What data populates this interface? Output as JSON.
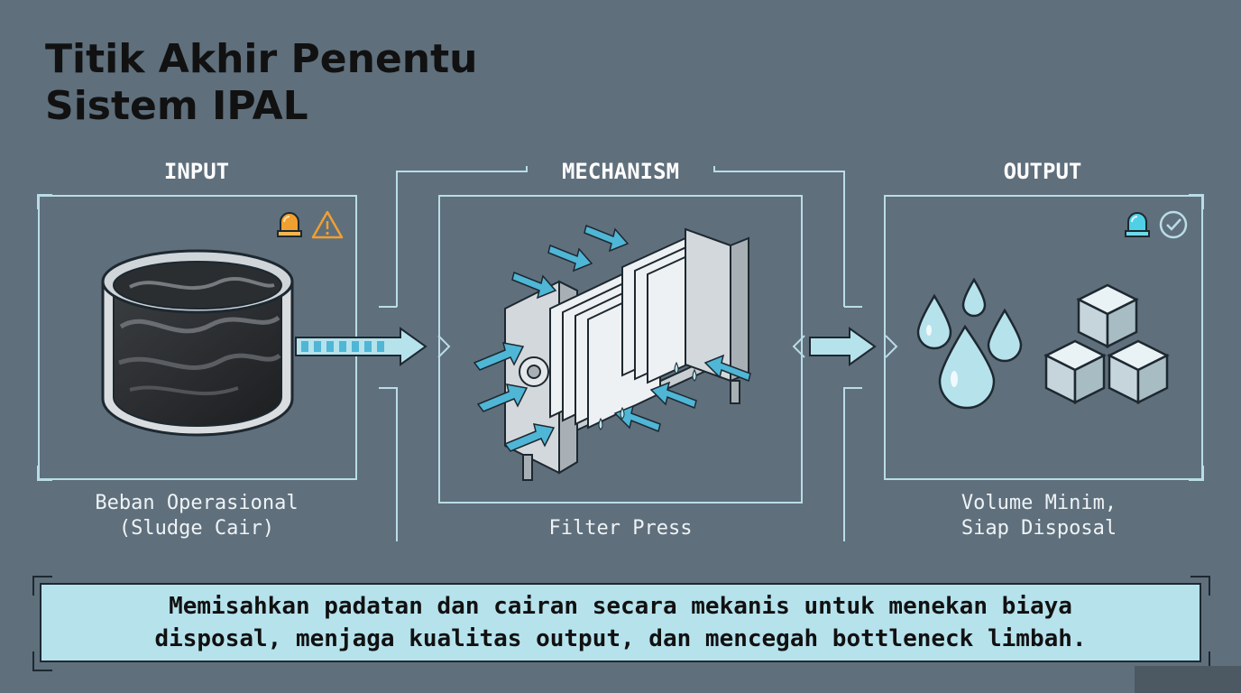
{
  "title_lines": [
    "Titik Akhir Penentu",
    "Sistem IPAL"
  ],
  "columns": {
    "input": {
      "heading": "INPUT",
      "caption_lines": [
        "Beban Operasional",
        "(Sludge Cair)"
      ]
    },
    "mechanism": {
      "heading": "MECHANISM",
      "caption_lines": [
        "Filter Press"
      ]
    },
    "output": {
      "heading": "OUTPUT",
      "caption_lines": [
        "Volume Minim,",
        "Siap Disposal"
      ]
    }
  },
  "banner_lines": [
    "Memisahkan padatan dan cairan secara mekanis untuk menekan biaya",
    "disposal, menjaga kualitas output, dan mencegah bottleneck limbah."
  ],
  "icons": {
    "input_status": [
      "alarm-light-orange-icon",
      "warning-triangle-icon"
    ],
    "output_status": [
      "alarm-light-cyan-icon",
      "check-circle-icon"
    ]
  },
  "colors": {
    "background": "#5f6f7c",
    "panel_line": "#b9dde6",
    "banner": "#b6e2ec",
    "accent_cyan": "#4fb6d6",
    "warning_orange": "#f0a030"
  }
}
